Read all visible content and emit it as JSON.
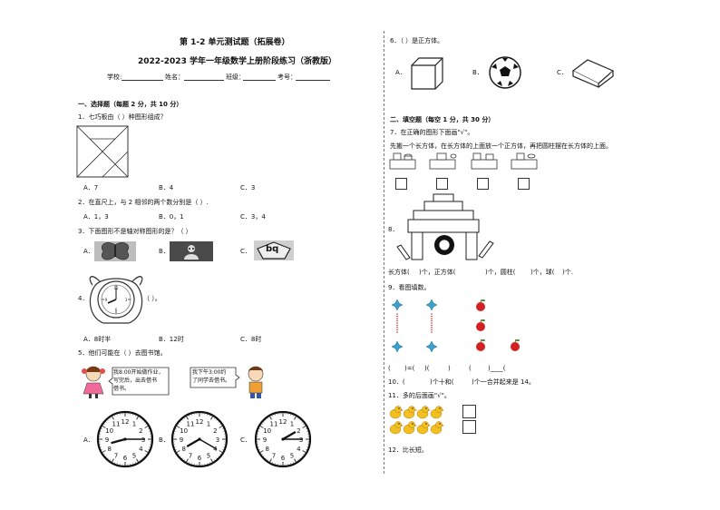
{
  "header": {
    "title": "第 1-2 单元测试题（拓展卷）",
    "subtitle": "2022-2023 学年一年级数学上册阶段练习（浙教版）",
    "fields": [
      "学校:",
      "姓名：",
      "班级：",
      "考号："
    ]
  },
  "section1": {
    "heading": "一、选择题（每题 2 分，共 10 分）",
    "q1": {
      "text": "1．七巧板由（   ）种图形组成？",
      "options": [
        "A．7",
        "B．4",
        "C．3"
      ]
    },
    "q2": {
      "text": "2．在直尺上，与 2 相邻的两个数分别是（   ）.",
      "options": [
        "A．1，3",
        "B．0，1",
        "C．3，4"
      ]
    },
    "q3": {
      "text": "3．下面图形不是轴对称图形的是？（   ）",
      "options": [
        "A．",
        "B．",
        "C．"
      ],
      "pq": "bq"
    },
    "q4": {
      "number": "4．",
      "text": "（   ）。",
      "options": [
        "A．8时半",
        "B．12时",
        "C．8时"
      ]
    },
    "q5": {
      "text": "5．他们可能在（   ）去图书馆。",
      "speech_left": [
        "我8:00开始做作业，",
        "写完后，出去借书",
        "借书。"
      ],
      "speech_right": [
        "我下午3:00约",
        "了同学去借书。"
      ],
      "clock_labels": [
        "A．",
        "B．",
        "C．"
      ]
    }
  },
  "section2": {
    "q6": {
      "text": "6．（   ）是正方体。",
      "options": [
        "A．",
        "B．",
        "C．"
      ]
    },
    "heading": "二、填空题（每空 1 分，共 30 分）",
    "q7": {
      "text": "7．在正确的图形下面画\"√\"。",
      "instruction": "先搬一个长方体，在长方体的上面放一个正方体，再把圆柱摆在长方体的上面。"
    },
    "q8": {
      "number": "8．",
      "line": [
        "长方体(",
        ")个，正方体(",
        ")个，圆柱(",
        ")个，球(",
        ")个."
      ]
    },
    "q9": {
      "text": "9．看图填数。",
      "equation": [
        "(",
        ")=(",
        ")(",
        ")",
        "(",
        ")____(",
        ")"
      ]
    },
    "q10": {
      "text": [
        "10．(",
        ")个十和(",
        ")个一合并起来是 14。"
      ]
    },
    "q11": {
      "text": "11．多的后面画\"√\"。"
    },
    "q12": {
      "text": "12．比长短。"
    }
  },
  "colors": {
    "star": "#3aa0d0",
    "apple": "#d42020",
    "chick": "#f2c020",
    "line": "#333333"
  }
}
